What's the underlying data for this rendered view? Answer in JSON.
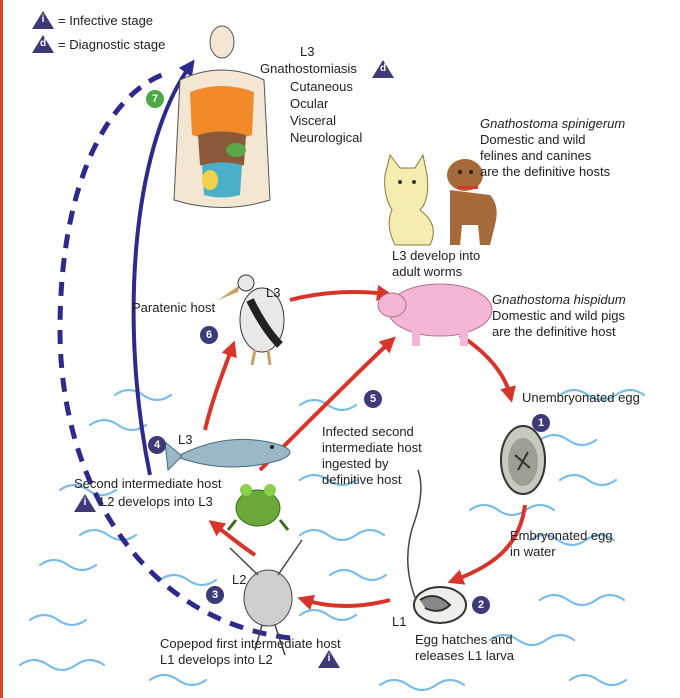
{
  "legend": {
    "infective_symbol": "i",
    "infective_label": "= Infective stage",
    "diagnostic_symbol": "d",
    "diagnostic_label": "= Diagnostic stage"
  },
  "human": {
    "stage": "L3",
    "disease": "Gnathostomiasis",
    "forms": [
      "Cutaneous",
      "Ocular",
      "Visceral",
      "Neurological"
    ]
  },
  "definitive_hosts": {
    "spinigerum_name": "Gnathostoma spinigerum",
    "spinigerum_text": [
      "Domestic and wild",
      "felines and canines",
      "are the definitive hosts"
    ],
    "l3_develop": [
      "L3 develop into",
      "adult worms"
    ],
    "hispidum_name": "Gnathostoma hispidum",
    "hispidum_text": [
      "Domestic and wild pigs",
      "are the definitive host"
    ]
  },
  "steps": {
    "s1": "1",
    "s2": "2",
    "s3": "3",
    "s4": "4",
    "s5": "5",
    "s6": "6",
    "s7": "7"
  },
  "stages": {
    "unembryonated": "Unembryonated egg",
    "embryonated": [
      "Embryonated egg",
      "in water"
    ],
    "hatch": [
      "Egg hatches and",
      "releases L1 larva"
    ],
    "copepod": [
      "Copepod first intermediate host",
      "L1 develops into L2"
    ],
    "second_host": [
      "Second intermediate host",
      "L2 develops into L3"
    ],
    "paratenic": "Paratenic host",
    "ingested": [
      "Infected second",
      "intermediate host",
      "ingested by",
      "definitive host"
    ],
    "l1": "L1",
    "l2": "L2",
    "l3_fish": "L3",
    "l3_bird": "L3"
  },
  "colors": {
    "badge": "#3d3a78",
    "badge_green": "#4aa845",
    "arrow_red": "#d8352a",
    "arrow_blue": "#2d2a8c",
    "water": "#7bbde6",
    "border": "#d24c2a"
  },
  "icons": [
    "human-body-icon",
    "cat-icon",
    "dog-icon",
    "pig-icon",
    "pelican-icon",
    "fish-icon",
    "frog-icon",
    "copepod-icon",
    "egg-icon",
    "larva-egg-icon",
    "wave-icon"
  ]
}
